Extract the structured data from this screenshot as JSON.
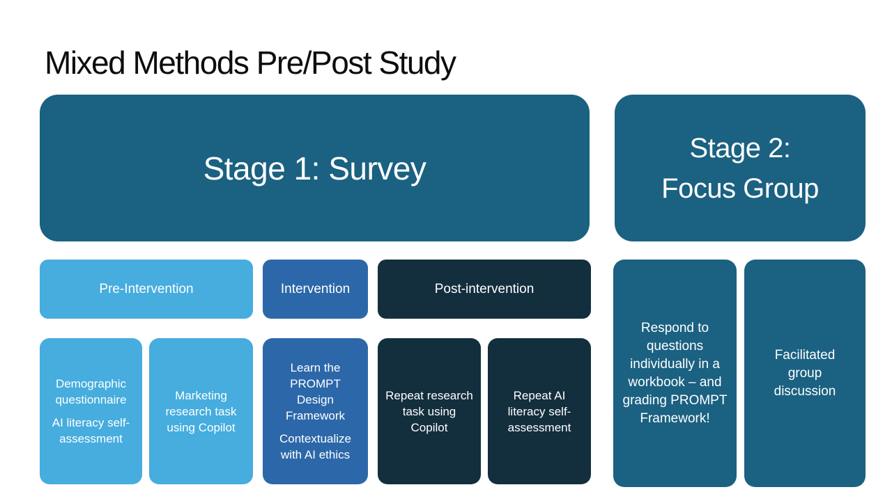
{
  "slide": {
    "title": "Mixed Methods Pre/Post Study",
    "stage1": {
      "label": "Stage 1: Survey"
    },
    "stage2": {
      "line1": "Stage 2:",
      "line2": "Focus Group"
    },
    "phases": {
      "pre": "Pre-Intervention",
      "intervention": "Intervention",
      "post": "Post-intervention"
    },
    "cards": {
      "demographic": {
        "p1": "Demographic questionnaire",
        "p2": "AI literacy self-assessment"
      },
      "marketing": {
        "p1": "Marketing research task using Copilot"
      },
      "learn": {
        "p1": "Learn the PROMPT Design Framework",
        "p2": "Contextualize with AI ethics"
      },
      "repeat_task": {
        "p1": "Repeat research task using Copilot"
      },
      "repeat_ai": {
        "p1": "Repeat AI literacy self-assessment"
      },
      "respond": {
        "p1": "Respond to questions individually in a workbook – and grading PROMPT Framework!"
      },
      "facilitated": {
        "p1": "Facilitated group discussion"
      }
    },
    "colors": {
      "teal": "#1b6181",
      "light_blue": "#46adde",
      "medium_blue": "#2c68a9",
      "dark_navy": "#132f3e",
      "title_text": "#0d0d0d",
      "box_text": "#ffffff",
      "background": "#ffffff"
    }
  }
}
